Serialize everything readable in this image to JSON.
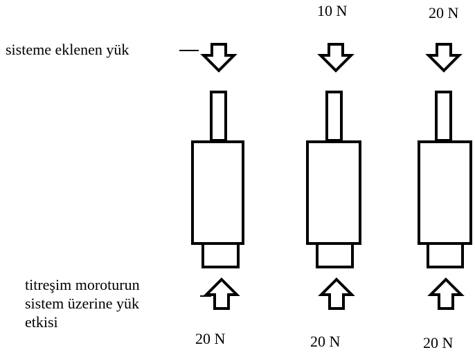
{
  "labels": {
    "added_load": "sisteme eklenen yük",
    "motor_effect_line1": "titreşim moroturun",
    "motor_effect_line2": "sistem üzerine yük",
    "motor_effect_line3": "etkisi"
  },
  "units": [
    {
      "top_load": "",
      "bottom_load": "20 N"
    },
    {
      "top_load": "10 N",
      "bottom_load": "20 N"
    },
    {
      "top_load": "20 N",
      "bottom_load": "20 N"
    }
  ],
  "icons": {
    "top_arrow": "arrow-down-icon",
    "bottom_arrow": "arrow-up-icon"
  },
  "colors": {
    "stroke": "#000000",
    "background": "#ffffff"
  }
}
